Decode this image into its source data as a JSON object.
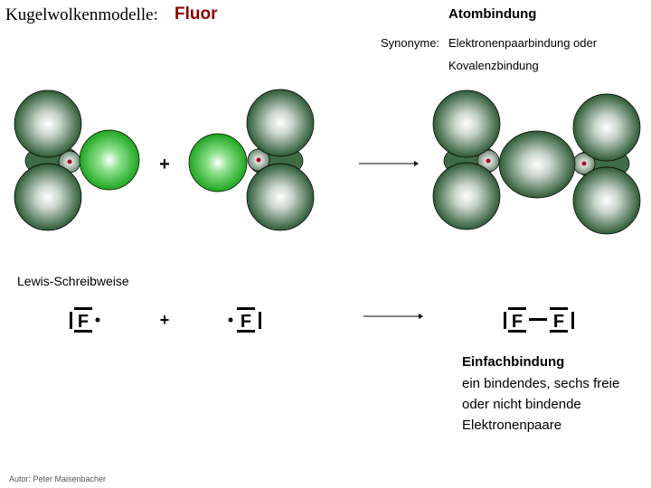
{
  "title": {
    "prefix": "Kugelwolkenmodelle:",
    "element": "Fluor"
  },
  "atombindung": {
    "heading": "Atombindung",
    "synonyme_label": "Synonyme:",
    "synonyme_line1": "Elektronenpaarbindung oder",
    "synonyme_line2": "Kovalenzbindung"
  },
  "lewis": {
    "heading": "Lewis-Schreibweise",
    "symbol": "F",
    "plus": "+"
  },
  "einfachbindung": {
    "heading": "Einfachbindung",
    "line1": "ein bindendes, sechs freie",
    "line2": "oder nicht bindende",
    "line3": "Elektronenpaare"
  },
  "author": "Autor: Peter Maisenbacher",
  "colors": {
    "title_accent": "#8b0000",
    "lone_pair": "#3f6b47",
    "bond_pair": "#2fbf2f",
    "nucleus": "#b00020"
  }
}
